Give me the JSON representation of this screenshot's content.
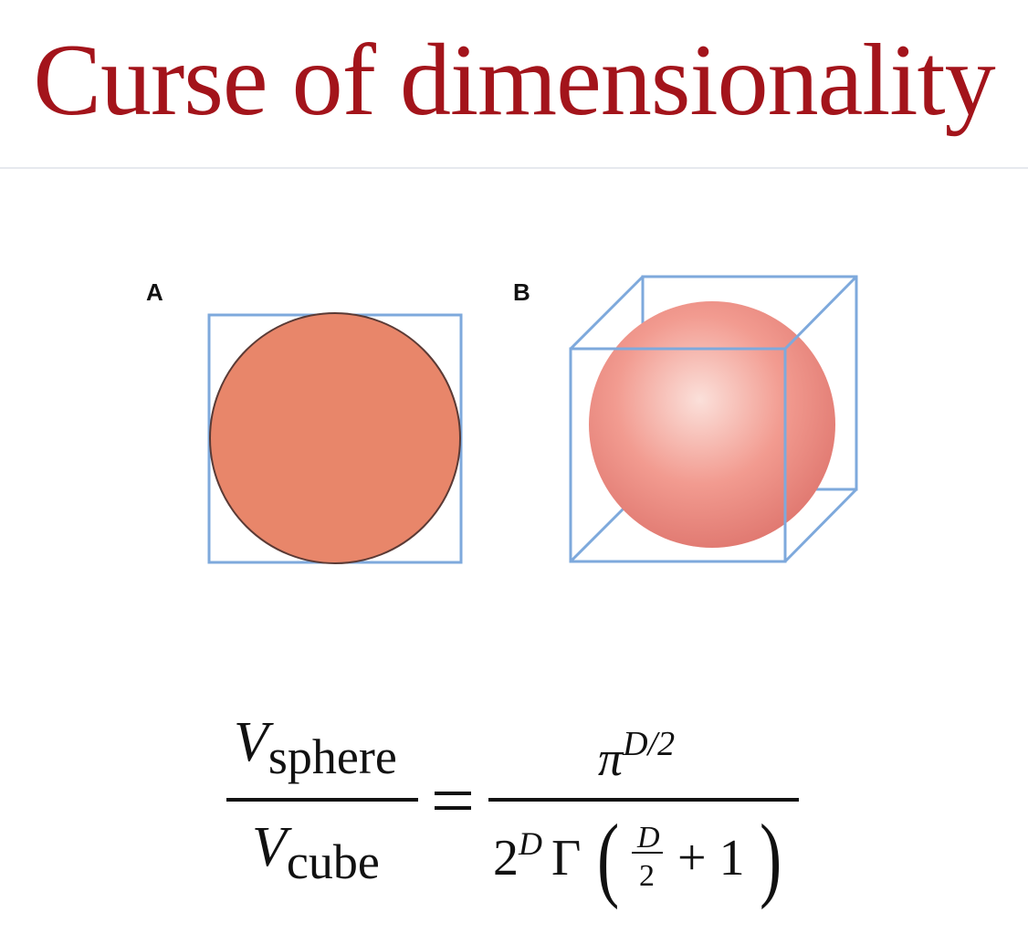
{
  "title": "Curse of dimensionality",
  "colors": {
    "title": "#a3141b",
    "rule": "#e6e9ee",
    "cube_edge": "#7ea9dc",
    "circle_fill": "#e8866a",
    "circle_stroke": "#5a3a35",
    "sphere_center": "#fbe0da",
    "sphere_mid": "#f29b90",
    "sphere_edge": "#e07870",
    "text": "#111111"
  },
  "panels": {
    "a": {
      "label": "A",
      "shape": "circle-in-square"
    },
    "b": {
      "label": "B",
      "shape": "sphere-in-cube"
    }
  },
  "formula": {
    "lhs_num_var": "V",
    "lhs_num_sub": "sphere",
    "lhs_den_var": "V",
    "lhs_den_sub": "cube",
    "equals": "=",
    "rhs_num_base": "π",
    "rhs_num_exp": "D/2",
    "rhs_den_coef": "2",
    "rhs_den_coef_exp": "D",
    "rhs_den_gamma": "Γ",
    "rhs_den_paren_open": "(",
    "rhs_den_frac_num": "D",
    "rhs_den_frac_den": "2",
    "rhs_den_plus": "+ 1",
    "rhs_den_paren_close": ")"
  }
}
